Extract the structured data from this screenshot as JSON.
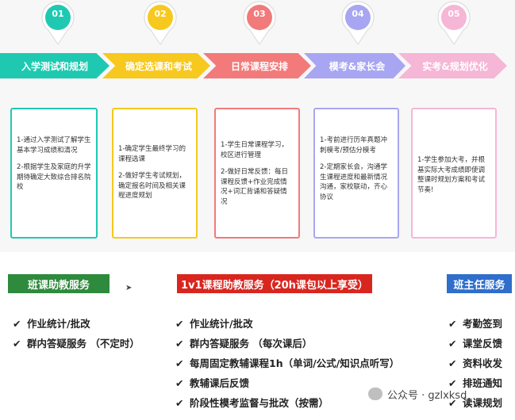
{
  "steps": [
    {
      "num": "01",
      "title": "入学测试和规划",
      "color": "#1fc9b1",
      "border": "#1fc9b1",
      "items": [
        "1-通过入学测试了解学生基本学习成绩和清况",
        "2-根据学生及家庭的升学期待确定大致综合排名院校"
      ]
    },
    {
      "num": "02",
      "title": "确定选课和考试",
      "color": "#f7c81e",
      "border": "#f7c81e",
      "items": [
        "1-确定学生最终学习的课程选课",
        "2-做好学生考试规划，确定报名时间及相关课程进度规划"
      ]
    },
    {
      "num": "03",
      "title": "日常课程安排",
      "color": "#f27a7a",
      "border": "#f27a7a",
      "items": [
        "1-学生日常课程学习，校区进行管理",
        "2-做好日常反馈：每日课程反馈+作业完成情况+词汇背诵和答疑情况"
      ]
    },
    {
      "num": "04",
      "title": "模考&家长会",
      "color": "#a8a6f2",
      "border": "#a8a6f2",
      "items": [
        "1-考前进行历年真题冲刺模考/预估分模考",
        "2-定期家长会，沟通学生课程进度和最新情况沟通，家校联动，齐心协议"
      ]
    },
    {
      "num": "05",
      "title": "实考&规划优化",
      "color": "#f6b6d6",
      "border": "#f6b6d6",
      "items": [
        "1-学生参加大考，并根基实际大考成绩即使调整课时规划方案和考试节奏!"
      ]
    }
  ],
  "services": {
    "class_assist": {
      "title": "班课助教服务",
      "color": "#2e8a3c",
      "items": [
        "作业统计/批改",
        "群内答疑服务  （不定时）"
      ]
    },
    "one_on_one": {
      "title": "1v1课程助教服务（20h课包以上享受）",
      "color": "#d8261f",
      "items": [
        "作业统计/批改",
        "群内答疑服务  （每次课后）",
        "每周固定教辅课程1h（单词/公式/知识点听写）",
        "教辅课后反馈",
        "阶段性模考监督与批改（按需）"
      ]
    },
    "head_teacher": {
      "title": "班主任服务",
      "color": "#2f6ecb",
      "items": [
        "考勤签到",
        "课堂反馈",
        "资料收发",
        "排班通知",
        "读课规划"
      ]
    },
    "check_mark": "✔"
  },
  "watermark": {
    "text": "公众号 · gzlxksd"
  }
}
